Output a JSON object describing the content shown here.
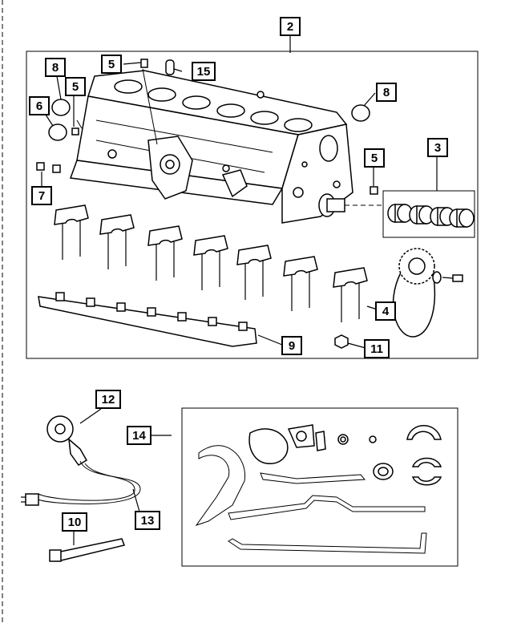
{
  "callouts": {
    "c2": "2",
    "c3": "3",
    "c4": "4",
    "c5a": "5",
    "c5b": "5",
    "c5c": "5",
    "c6": "6",
    "c7": "7",
    "c8a": "8",
    "c8b": "8",
    "c9": "9",
    "c10": "10",
    "c11": "11",
    "c12": "12",
    "c13": "13",
    "c14": "14",
    "c15": "15"
  }
}
